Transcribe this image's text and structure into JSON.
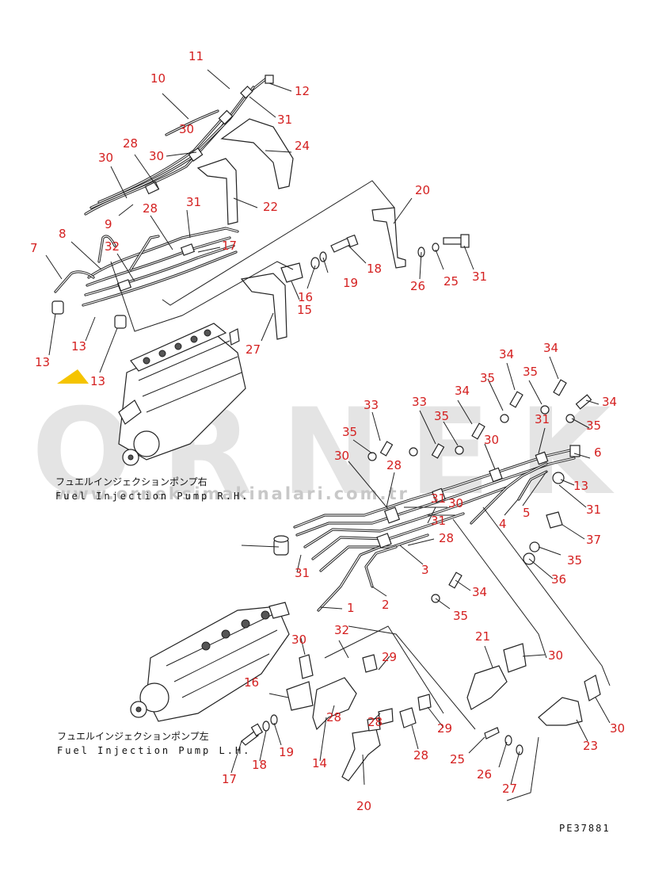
{
  "callouts": [
    "11",
    "10",
    "12",
    "30",
    "31",
    "30",
    "24",
    "30",
    "28",
    "22",
    "9",
    "31",
    "20",
    "28",
    "8",
    "7",
    "32",
    "17",
    "18",
    "19",
    "16",
    "15",
    "27",
    "26",
    "25",
    "31",
    "13",
    "13",
    "13",
    "34",
    "34",
    "35",
    "35",
    "33",
    "34",
    "33",
    "31",
    "30",
    "34",
    "35",
    "35",
    "30",
    "28",
    "6",
    "35",
    "13",
    "31",
    "31",
    "30",
    "5",
    "4",
    "31",
    "28",
    "3",
    "37",
    "35",
    "31",
    "36",
    "2",
    "34",
    "1",
    "35",
    "32",
    "30",
    "29",
    "30",
    "21",
    "16",
    "28",
    "28",
    "29",
    "28",
    "14",
    "19",
    "18",
    "17",
    "25",
    "26",
    "27",
    "20",
    "23",
    "30"
  ],
  "captions": {
    "pump_rh_jp": "フュエルインジェクションポンプ右",
    "pump_rh_en": "Fuel Injection Pump R.H.",
    "pump_lh_jp": "フュエルインジェクションポンプ左",
    "pump_lh_en": "Fuel Injection Pump L.H."
  },
  "doc_id": "PE37881",
  "watermark": {
    "brand": "ORNEK",
    "url": "www.orneksimakinalari.com.tr",
    "accent_color": "#f5c400"
  },
  "colors": {
    "callout": "#d42020",
    "line": "#222222",
    "watermark": "#e4e4e4"
  }
}
